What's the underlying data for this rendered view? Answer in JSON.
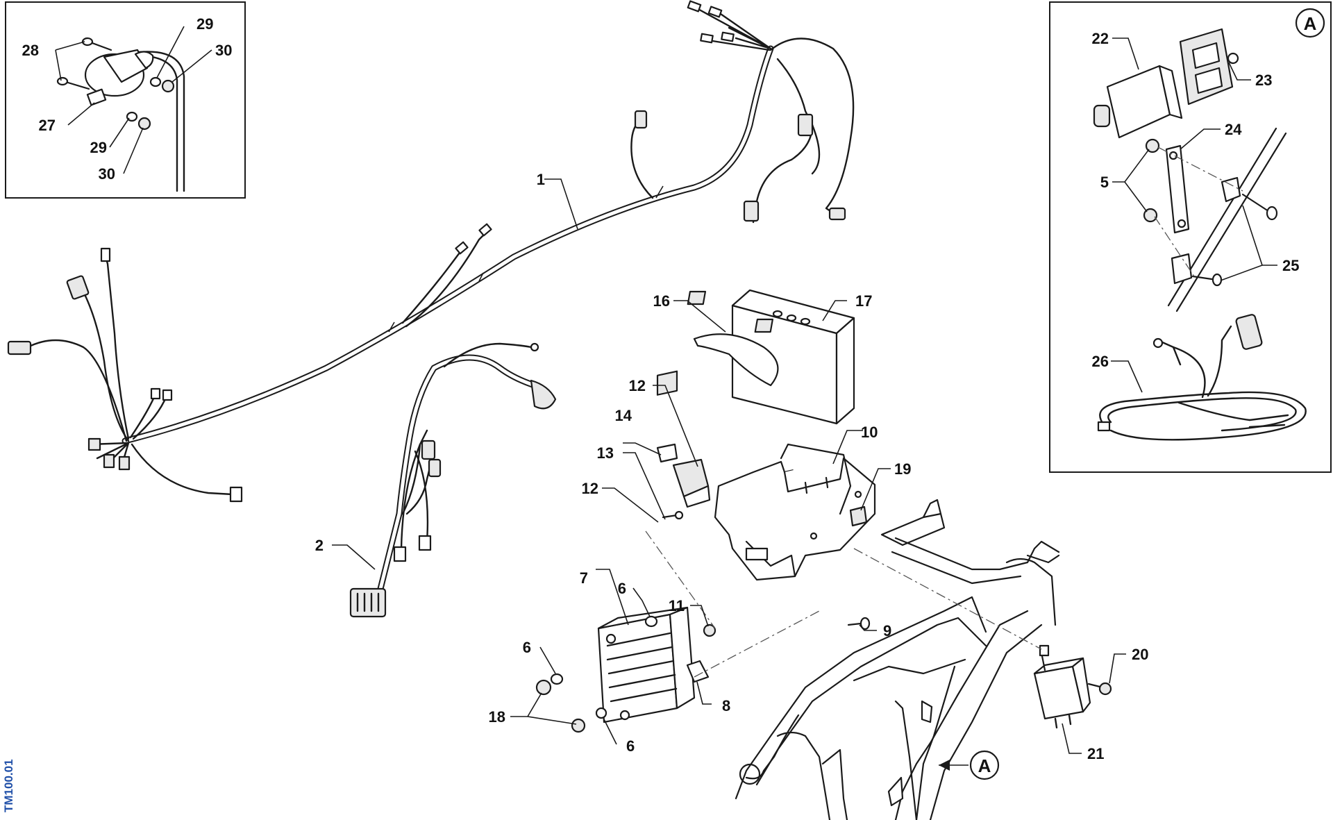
{
  "drawing_code": "TM100.01",
  "view_marker": "A",
  "callouts": [
    {
      "id": "c1",
      "label": "1"
    },
    {
      "id": "c2",
      "label": "2"
    },
    {
      "id": "c5",
      "label": "5"
    },
    {
      "id": "c6a",
      "label": "6"
    },
    {
      "id": "c6b",
      "label": "6"
    },
    {
      "id": "c6c",
      "label": "6"
    },
    {
      "id": "c7",
      "label": "7"
    },
    {
      "id": "c8",
      "label": "8"
    },
    {
      "id": "c9",
      "label": "9"
    },
    {
      "id": "c10",
      "label": "10"
    },
    {
      "id": "c11",
      "label": "11"
    },
    {
      "id": "c12a",
      "label": "12"
    },
    {
      "id": "c12b",
      "label": "12"
    },
    {
      "id": "c13",
      "label": "13"
    },
    {
      "id": "c14",
      "label": "14"
    },
    {
      "id": "c16",
      "label": "16"
    },
    {
      "id": "c17",
      "label": "17"
    },
    {
      "id": "c18",
      "label": "18"
    },
    {
      "id": "c19",
      "label": "19"
    },
    {
      "id": "c20",
      "label": "20"
    },
    {
      "id": "c21",
      "label": "21"
    },
    {
      "id": "c22",
      "label": "22"
    },
    {
      "id": "c23",
      "label": "23"
    },
    {
      "id": "c24",
      "label": "24"
    },
    {
      "id": "c25",
      "label": "25"
    },
    {
      "id": "c26",
      "label": "26"
    },
    {
      "id": "c27",
      "label": "27"
    },
    {
      "id": "c28",
      "label": "28"
    },
    {
      "id": "c29a",
      "label": "29"
    },
    {
      "id": "c29b",
      "label": "29"
    },
    {
      "id": "c30a",
      "label": "30"
    },
    {
      "id": "c30b",
      "label": "30"
    }
  ]
}
